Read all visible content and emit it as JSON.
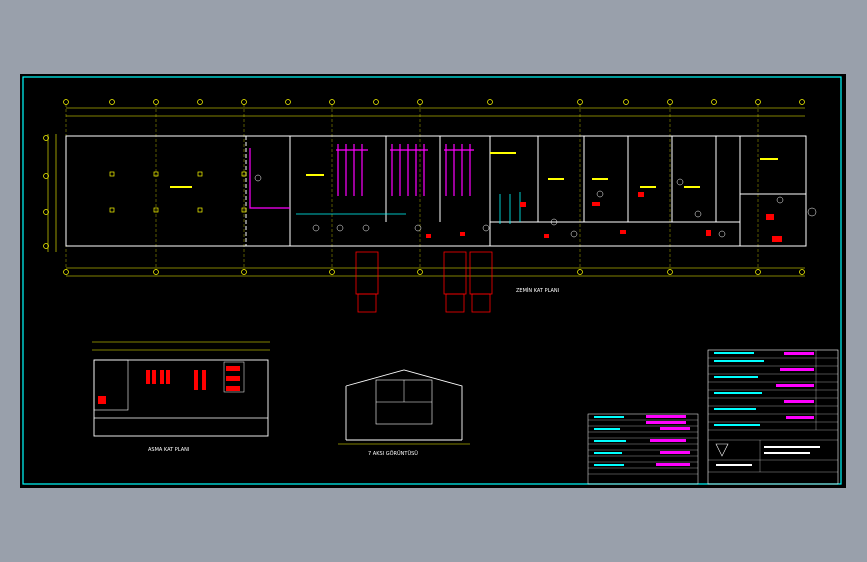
{
  "drawing": {
    "titles": {
      "ground_floor": "ZEMİN KAT PLANI",
      "mezzanine": "ASMA KAT PLANI",
      "section": "7 AKSI GÖRÜNTÜSÜ"
    }
  },
  "colors": {
    "background": "#99a0ab",
    "sheet": "#000000",
    "frame": "#00ffff",
    "walls": "#ffffff",
    "dimension": "#ffff00",
    "hvac": "#ff00ff",
    "equipment": "#ff0000",
    "annotation": "#00ff00"
  }
}
